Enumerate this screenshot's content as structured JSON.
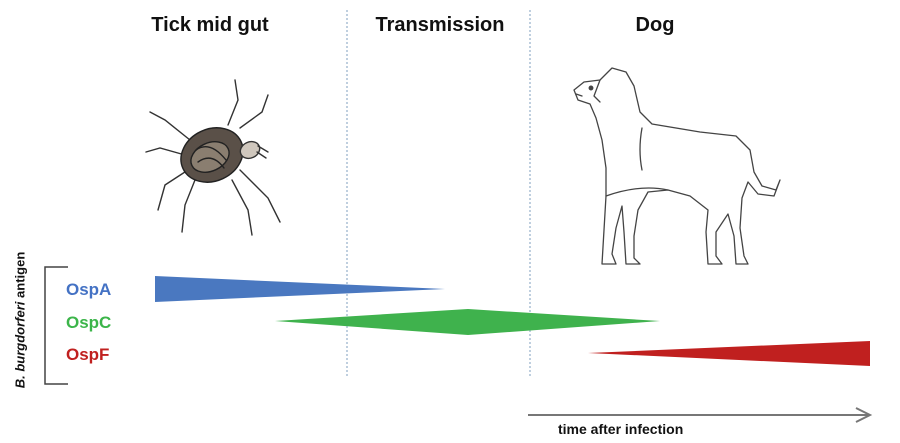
{
  "stages": [
    {
      "title": "Tick mid gut"
    },
    {
      "title": "Transmission"
    },
    {
      "title": "Dog"
    }
  ],
  "y_axis": {
    "species": "B. burgdorferi",
    "word": "antigen"
  },
  "antigens": [
    {
      "name": "OspA",
      "color": "#4472c4"
    },
    {
      "name": "OspC",
      "color": "#3cb54a"
    },
    {
      "name": "OspF",
      "color": "#c0201f"
    }
  ],
  "x_axis": {
    "label": "time after infection"
  },
  "images": {
    "tick": "tick-illustration",
    "dog": "dog-illustration"
  }
}
